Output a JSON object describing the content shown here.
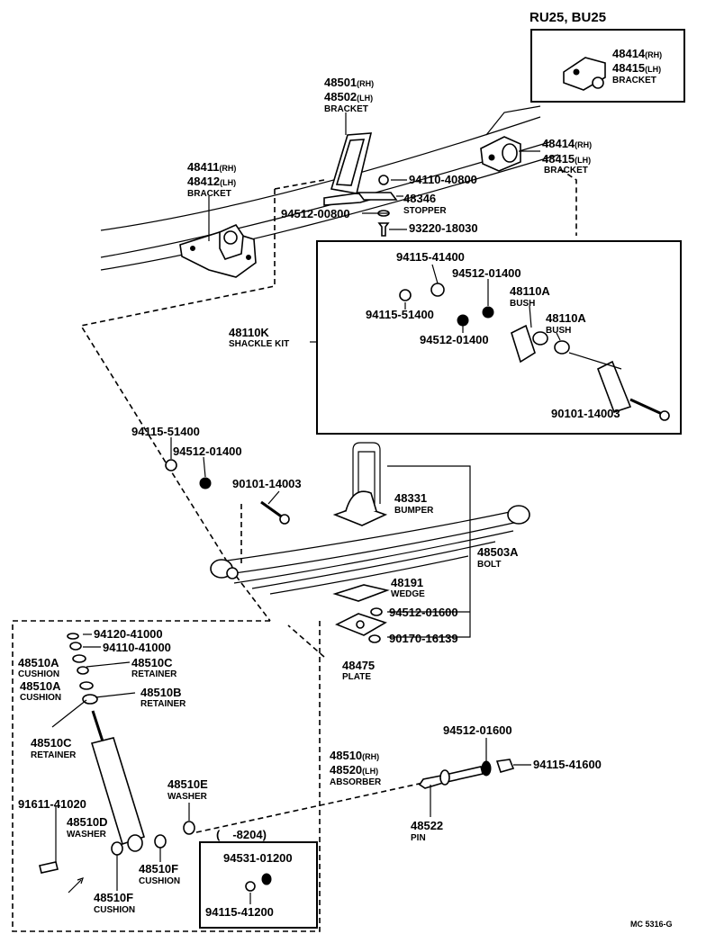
{
  "model_note": "RU25, BU25",
  "catalog_code": "MC 5316-G",
  "inset_range": {
    "open": "(",
    "value": "-8204)"
  },
  "parts": {
    "bracket_inset": {
      "rh": "48414",
      "rh_suffix": "(RH)",
      "lh": "48415",
      "lh_suffix": "(LH)",
      "name": "BRACKET"
    },
    "bracket_rear": {
      "rh": "48414",
      "rh_suffix": "(RH)",
      "lh": "48415",
      "lh_suffix": "(LH)",
      "name": "BRACKET"
    },
    "bracket_top": {
      "rh": "48501",
      "rh_suffix": "(RH)",
      "lh": "48502",
      "lh_suffix": "(LH)",
      "name": "BRACKET"
    },
    "bracket_front": {
      "rh": "48411",
      "rh_suffix": "(RH)",
      "lh": "48412",
      "lh_suffix": "(LH)",
      "name": "BRACKET"
    },
    "nut_94110_40800": "94110-40800",
    "stopper": {
      "num": "48346",
      "name": "STOPPER"
    },
    "washer_94512_00800": "94512-00800",
    "screw_93220_18030": "93220-18030",
    "shackle_kit": {
      "num": "48110K",
      "name": "SHACKLE KIT"
    },
    "kit_nut_a": "94115-41400",
    "kit_washer_a": "94512-01400",
    "kit_nut_b": "94115-51400",
    "kit_washer_b": "94512-01400",
    "bush_1": {
      "num": "48110A",
      "name": "BUSH"
    },
    "bush_2": {
      "num": "48110A",
      "name": "BUSH"
    },
    "kit_bolt": "90101-14003",
    "nut_94115_51400": "94115-51400",
    "washer_94512_01400": "94512-01400",
    "bolt_90101_14003": "90101-14003",
    "bumper": {
      "num": "48331",
      "name": "BUMPER"
    },
    "ubolt": {
      "num": "48503A",
      "name": "BOLT"
    },
    "wedge": {
      "num": "48191",
      "name": "WEDGE"
    },
    "washer_94512_01600_b": "94512-01600",
    "nut_90170_16139": "90170-16139",
    "plate": {
      "num": "48475",
      "name": "PLATE"
    },
    "sa_nut_94120": "94120-41000",
    "sa_nut_94110": "94110-41000",
    "cushion_a1": {
      "num": "48510A",
      "name": "CUSHION"
    },
    "retainer_c1": {
      "num": "48510C",
      "name": "RETAINER"
    },
    "cushion_a2": {
      "num": "48510A",
      "name": "CUSHION"
    },
    "retainer_b": {
      "num": "48510B",
      "name": "RETAINER"
    },
    "retainer_c2": {
      "num": "48510C",
      "name": "RETAINER"
    },
    "absorber": {
      "rh": "48510",
      "rh_suffix": "(RH)",
      "lh": "48520",
      "lh_suffix": "(LH)",
      "name": "ABSORBER"
    },
    "washer_e": {
      "num": "48510E",
      "name": "WASHER"
    },
    "bolt_91611": "91611-41020",
    "washer_d": {
      "num": "48510D",
      "name": "WASHER"
    },
    "cushion_f1": {
      "num": "48510F",
      "name": "CUSHION"
    },
    "cushion_f2": {
      "num": "48510F",
      "name": "CUSHION"
    },
    "inset_washer": "94531-01200",
    "inset_nut": "94115-41200",
    "pin_washer": "94512-01600",
    "pin_nut": "94115-41600",
    "pin": {
      "num": "48522",
      "name": "PIN"
    }
  }
}
